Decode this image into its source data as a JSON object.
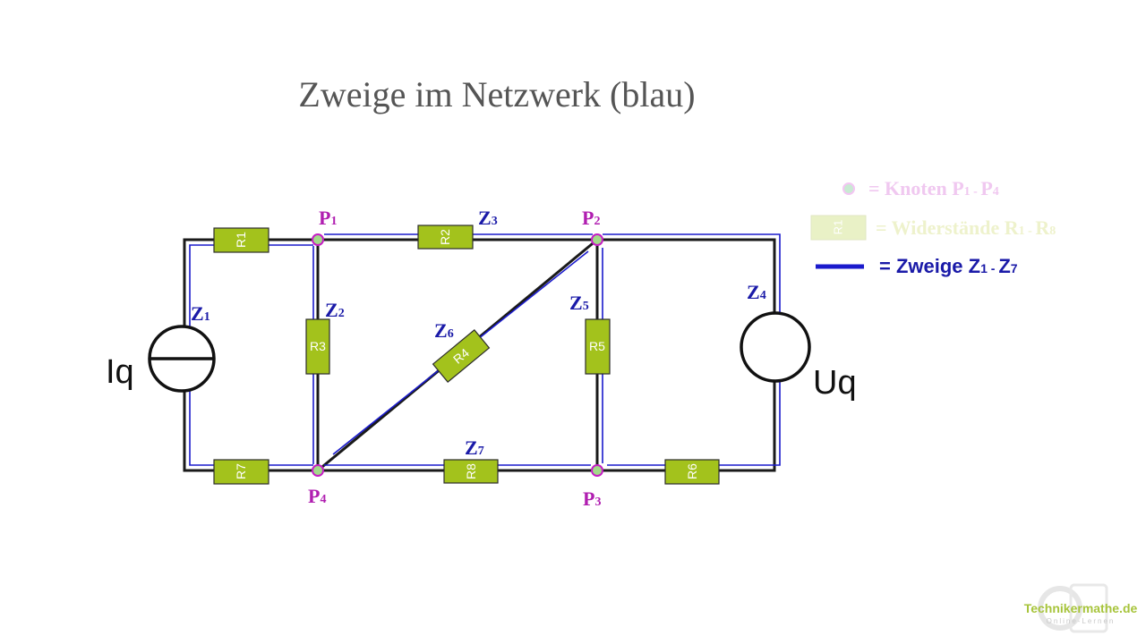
{
  "title": "Zweige im Netzwerk (blau)",
  "sources": {
    "current": "Iq",
    "voltage": "Uq"
  },
  "nodes": {
    "p1": "P",
    "p2": "P",
    "p3": "P",
    "p4": "P",
    "sub1": "1",
    "sub2": "2",
    "sub3": "3",
    "sub4": "4"
  },
  "branches": {
    "z": "Z",
    "sub1": "1",
    "sub2": "2",
    "sub3": "3",
    "sub4": "4",
    "sub5": "5",
    "sub6": "6",
    "sub7": "7"
  },
  "resistors": {
    "r1": "R1",
    "r2": "R2",
    "r3": "R3",
    "r4": "R4",
    "r5": "R5",
    "r6": "R6",
    "r7": "R7",
    "r8": "R8"
  },
  "legend": {
    "nodes_text": "= Knoten P",
    "nodes_sub_a": "1",
    "nodes_sep": " - ",
    "nodes_last": "P",
    "nodes_sub_b": "4",
    "resistor_symbol": "R1",
    "resistors_text": "= Widerstände R",
    "resistors_sub_a": "1",
    "resistors_sep": " - ",
    "resistors_last": "R",
    "resistors_sub_b": "8",
    "branches_text": "= Zweige Z",
    "branches_sub_a": "1",
    "branches_sep": " - ",
    "branches_last": "Z",
    "branches_sub_b": "7"
  },
  "watermark": {
    "main": "Technikermathe.de",
    "sub": "Online-Lernen"
  },
  "colors": {
    "wire": "#1a1a1a",
    "branch": "#1a1acc",
    "node_label": "#b01eb0",
    "branch_label": "#1a1aa8",
    "resistor": "#a3c21c"
  }
}
